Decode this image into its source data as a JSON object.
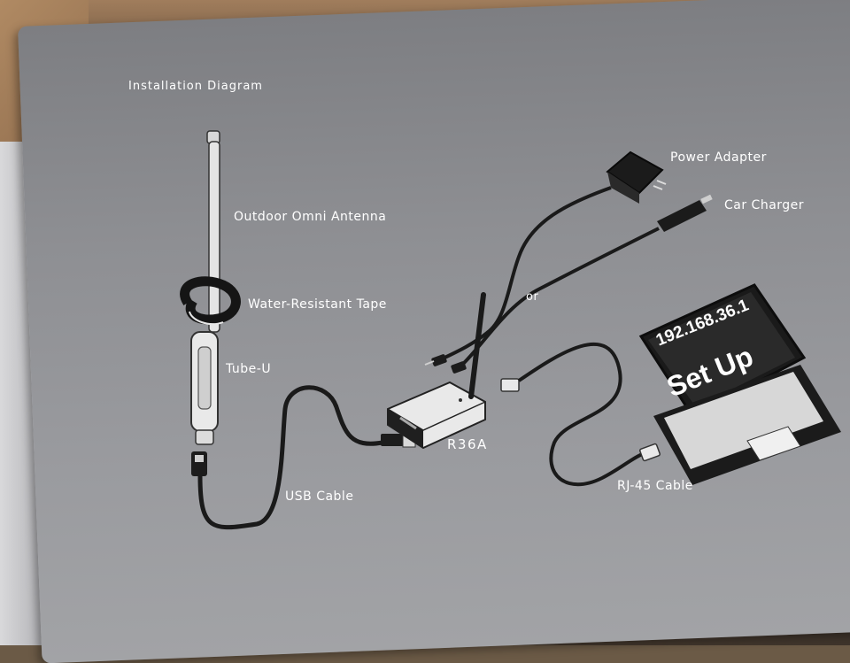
{
  "diagram": {
    "title": "Installation Diagram",
    "labels": {
      "antenna": "Outdoor Omni Antenna",
      "tape": "Water-Resistant Tape",
      "tube": "Tube-U",
      "usb_cable": "USB Cable",
      "device": "R36A",
      "power_adapter": "Power Adapter",
      "car_charger": "Car Charger",
      "or": "or",
      "rj45_cable": "RJ-45 Cable"
    },
    "laptop_screen": {
      "ip": "192.168.36.1",
      "action": "Set Up"
    }
  },
  "colors": {
    "panel": "#8e8f93",
    "cable": "#1a1a1a",
    "text": "#ffffff",
    "cardboard": "#8a6e52"
  }
}
